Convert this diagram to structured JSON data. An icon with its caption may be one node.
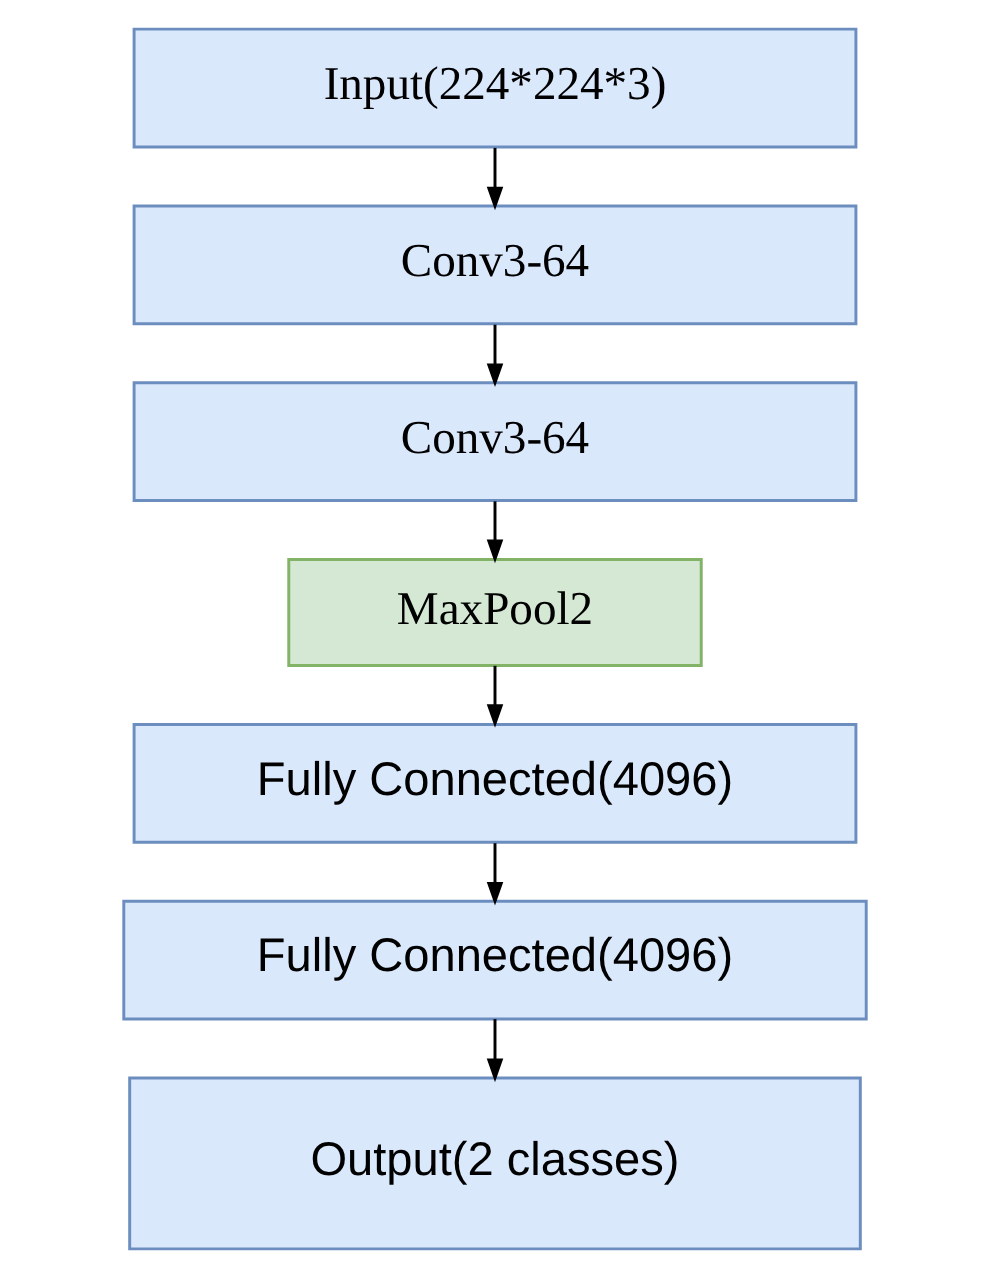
{
  "diagram": {
    "nodes": [
      {
        "text": [
          "Input(224*224*3)"
        ]
      },
      {
        "text": [
          "Conv3-64"
        ]
      },
      {
        "text": [
          "Conv3-64"
        ]
      },
      {
        "text": [
          "MaxPool2"
        ]
      },
      {
        "text": [
          "Fully Connected(4096)"
        ]
      },
      {
        "text": [
          "Fully Connected(4096)"
        ]
      },
      {
        "text": [
          "Output(2 classes)"
        ]
      }
    ],
    "edges": [
      {
        "from": 0,
        "to": 1,
        "arrow": "to"
      },
      {
        "from": 1,
        "to": 2,
        "arrow": "to"
      },
      {
        "from": 2,
        "to": 3,
        "arrow": "to"
      },
      {
        "from": 3,
        "to": 4,
        "arrow": "to"
      },
      {
        "from": 4,
        "to": 5,
        "arrow": "to"
      },
      {
        "from": 5,
        "to": 6,
        "arrow": "to"
      }
    ]
  }
}
